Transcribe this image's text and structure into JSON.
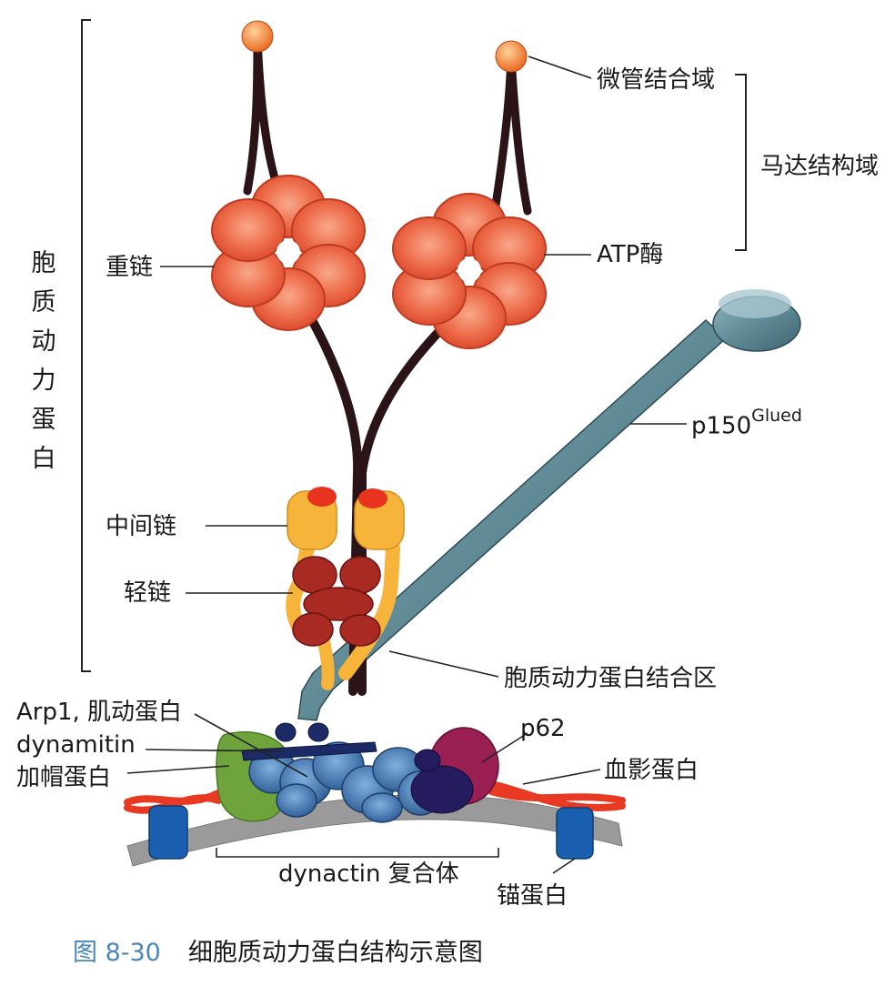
{
  "labels": {
    "dynein": "胞质动力蛋白",
    "heavy_chain": "重链",
    "mt_binding_domain": "微管结合域",
    "motor_domain": "马达结构域",
    "atpase": "ATP酶",
    "p150_base": "p150",
    "p150_sup": "Glued",
    "intermediate_chain": "中间链",
    "light_chain": "轻链",
    "dynein_binding_region": "胞质动力蛋白结合区",
    "arp1": "Arp1, 肌动蛋白",
    "dynamitin": "dynamitin",
    "p62": "p62",
    "capping_protein": "加帽蛋白",
    "spectrin": "血影蛋白",
    "dynactin": "dynactin 复合体",
    "ankyrin": "锚蛋白"
  },
  "caption": {
    "number": "图 8-30",
    "title": "细胞质动力蛋白结构示意图"
  },
  "colors": {
    "heavy_chain_red": "#e8553a",
    "stalk_dark": "#2a1418",
    "ic_yellow": "#f6b43b",
    "lc_darkred": "#a82a22",
    "p150_teal": "#5f8a96",
    "arp1_blue": "#3f74a8",
    "capping_green": "#6fa33c",
    "p62_magenta": "#9a1f52",
    "spectrin_red": "#e83a22",
    "membrane_gray": "#9a9a9a",
    "ankyrin_blue": "#1b5fb0",
    "caption_blue": "#4a86b8"
  }
}
